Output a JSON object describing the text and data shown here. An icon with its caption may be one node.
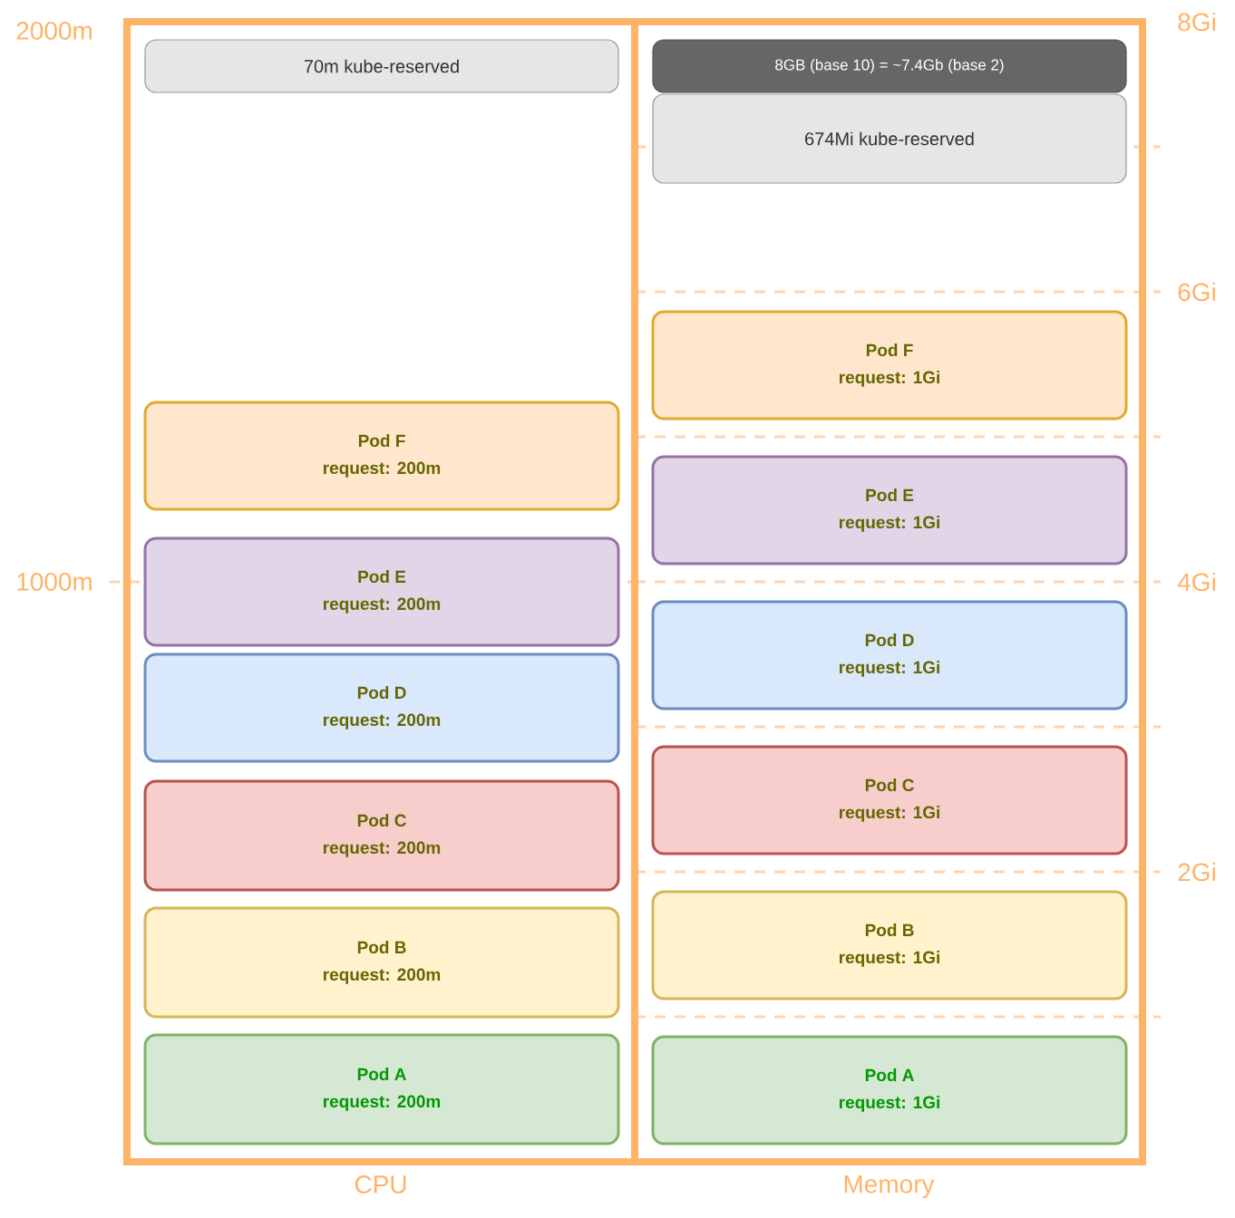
{
  "diagram": {
    "nodes": [
      {
        "text": [
          "CPU"
        ]
      },
      {
        "text": [
          "Memory"
        ]
      },
      {
        "text": [
          "70m kube-reserved"
        ],
        "in": 0
      },
      {
        "text": [
          "Pod F",
          "request: 200m"
        ],
        "in": 0
      },
      {
        "text": [
          "Pod E",
          "request: 200m"
        ],
        "in": 0
      },
      {
        "text": [
          "Pod D",
          "request: 200m"
        ],
        "in": 0
      },
      {
        "text": [
          "Pod C",
          "request: 200m"
        ],
        "in": 0
      },
      {
        "text": [
          "Pod B",
          "request: 200m"
        ],
        "in": 0
      },
      {
        "text": [
          "Pod A",
          "request: 200m"
        ],
        "in": 0
      },
      {
        "text": [
          "8GB (base 10) = ~7.4Gb (base 2)"
        ],
        "in": 1
      },
      {
        "text": [
          "674Mi kube-reserved"
        ],
        "in": 1
      },
      {
        "text": [
          "Pod F",
          "request: 1Gi"
        ],
        "in": 1
      },
      {
        "text": [
          "Pod E",
          "request: 1Gi"
        ],
        "in": 1
      },
      {
        "text": [
          "Pod D",
          "request: 1Gi"
        ],
        "in": 1
      },
      {
        "text": [
          "Pod C",
          "request: 1Gi"
        ],
        "in": 1
      },
      {
        "text": [
          "Pod B",
          "request: 1Gi"
        ],
        "in": 1
      },
      {
        "text": [
          "Pod A",
          "request: 1Gi"
        ],
        "in": 1
      }
    ],
    "labels": [
      "2000m",
      "1000m",
      "8Gi",
      "6Gi",
      "4Gi",
      "2Gi"
    ]
  }
}
